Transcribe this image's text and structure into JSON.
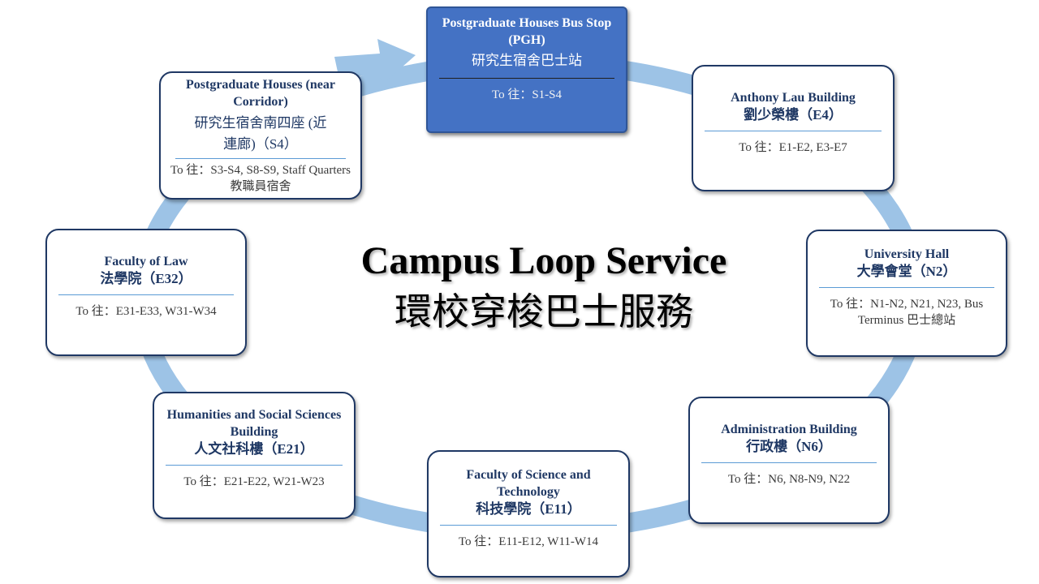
{
  "title": {
    "en": "Campus Loop Service",
    "zh": "環校穿梭巴士服務"
  },
  "colors": {
    "loop": "#9dc3e6",
    "box_border": "#1f3864",
    "current_fill": "#4472c4",
    "divider": "#5b9bd5"
  },
  "stops": {
    "pgh": {
      "name": "Postgraduate Houses Bus Stop (PGH)",
      "zh": "研究生宿舍巴士站",
      "dest": "To 往：S1-S4"
    },
    "e4": {
      "name": "Anthony  Lau Building",
      "zh": "劉少榮樓（E4）",
      "dest": "To 往：E1-E2, E3-E7"
    },
    "n2": {
      "name": "University  Hall",
      "zh": "大學會堂（N2）",
      "dest": "To 往：N1-N2, N21, N23, Bus Terminus 巴士總站"
    },
    "n6": {
      "name": "Administration  Building",
      "zh": "行政樓（N6）",
      "dest": "To 往：N6, N8-N9, N22"
    },
    "e11": {
      "name": "Faculty of Science and Technology",
      "zh": "科技學院（E11）",
      "dest": "To 往：E11-E12,  W11-W14"
    },
    "e21": {
      "name": "Humanities  and  Social Sciences Building",
      "zh": "人文社科樓（E21）",
      "dest": "To 往：E21-E22,  W21-W23"
    },
    "e32": {
      "name": "Faculty  of Law",
      "zh": "法學院（E32）",
      "dest": "To 往：E31-E33,  W31-W34"
    },
    "s4": {
      "name": "Postgraduate Houses (near Corridor)",
      "zh": "研究生宿舍南四座 (近連廊)（S4）",
      "dest": "To 往：S3-S4, S8-S9, Staff Quarters 教職員宿舍"
    }
  }
}
